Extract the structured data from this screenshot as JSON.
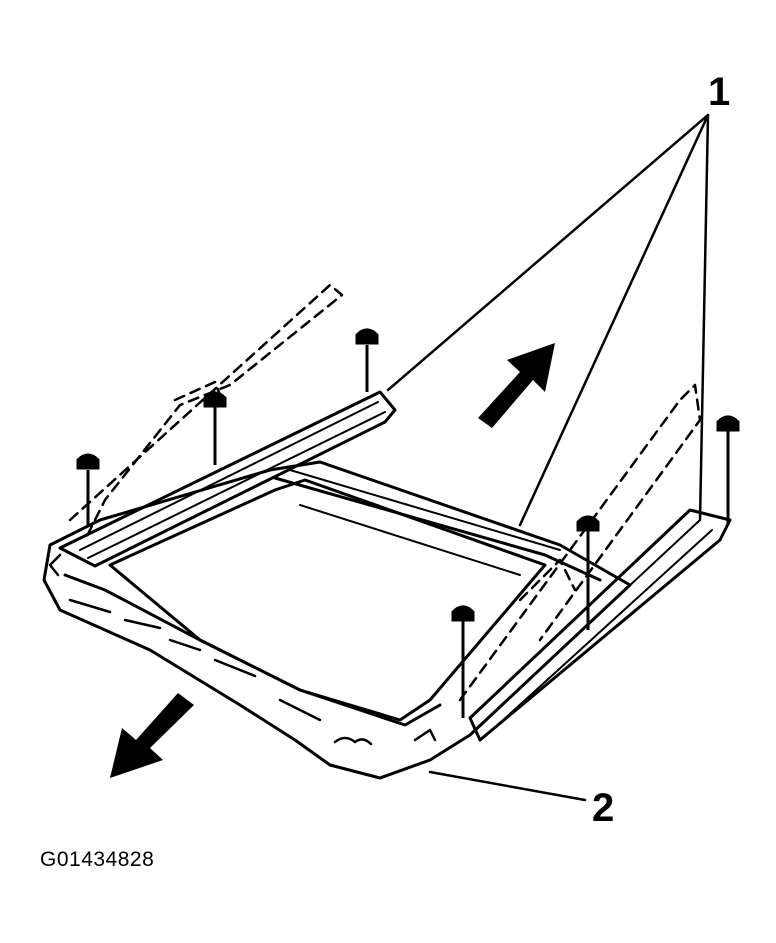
{
  "callouts": {
    "one": "1",
    "two": "2"
  },
  "figure_id": "G01434828",
  "colors": {
    "ink": "#000000",
    "paper": "#ffffff"
  }
}
